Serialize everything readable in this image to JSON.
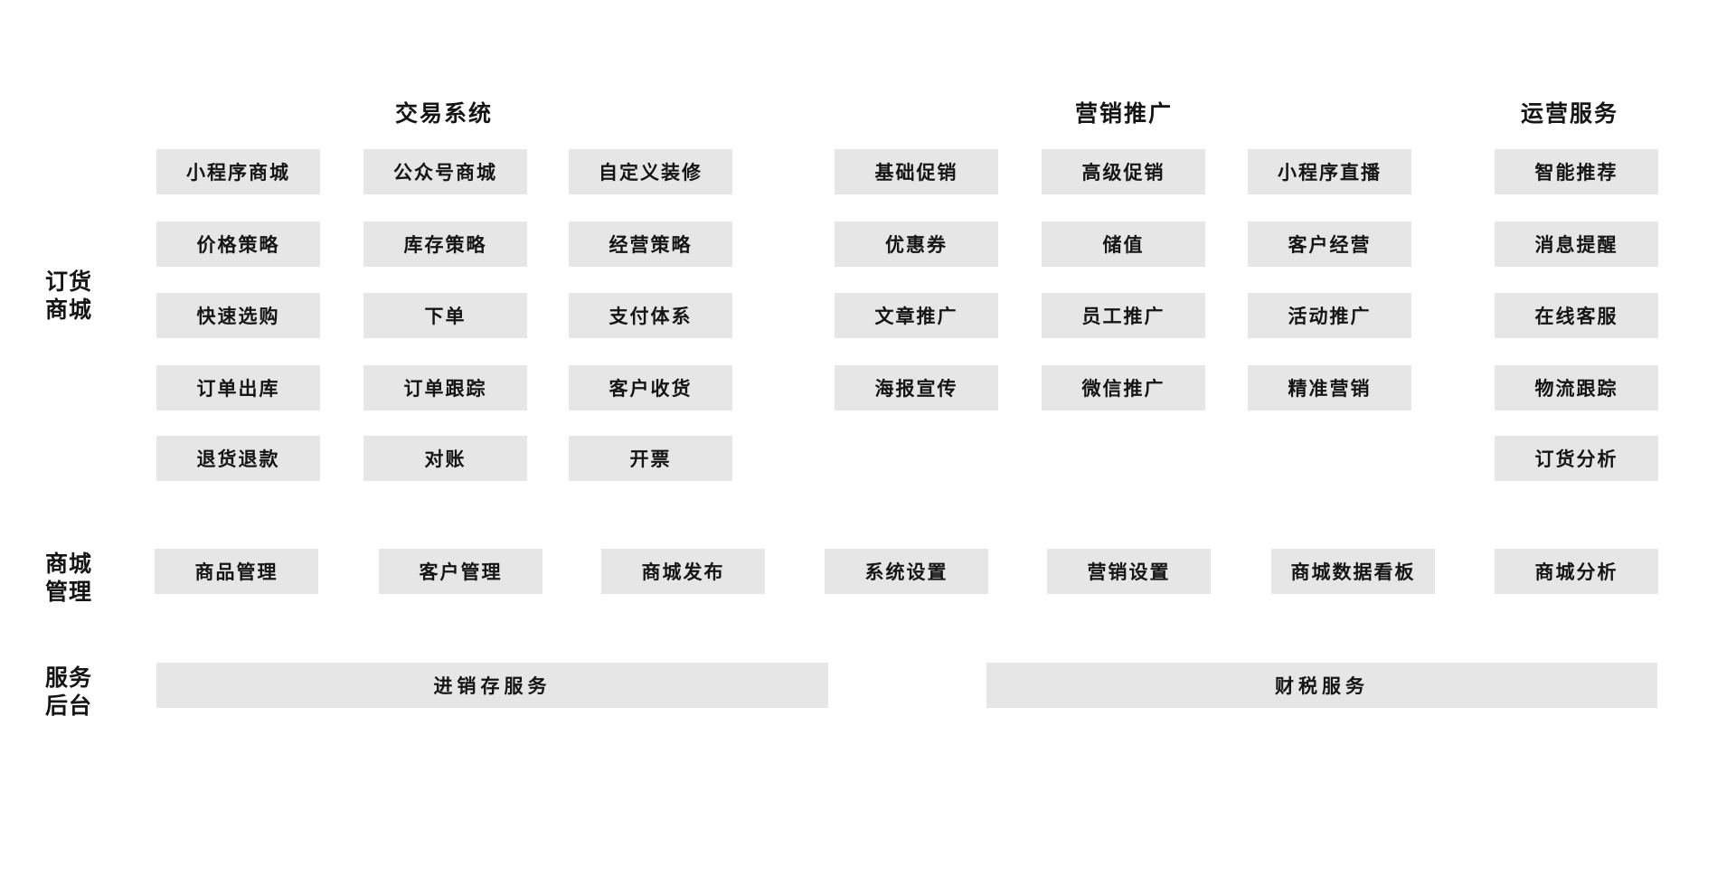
{
  "headers": [
    "交易系统",
    "营销推广",
    "运营服务"
  ],
  "side_labels": [
    {
      "line1": "订货",
      "line2": "商城"
    },
    {
      "line1": "商城",
      "line2": "管理"
    },
    {
      "line1": "服务",
      "line2": "后台"
    }
  ],
  "mall_columns": [
    [
      "小程序商城",
      "价格策略",
      "快速选购",
      "订单出库",
      "退货退款"
    ],
    [
      "公众号商城",
      "库存策略",
      "下单",
      "订单跟踪",
      "对账"
    ],
    [
      "自定义装修",
      "经营策略",
      "支付体系",
      "客户收货",
      "开票"
    ],
    [
      "基础促销",
      "优惠券",
      "文章推广",
      "海报宣传"
    ],
    [
      "高级促销",
      "储值",
      "员工推广",
      "微信推广"
    ],
    [
      "小程序直播",
      "客户经营",
      "活动推广",
      "精准营销"
    ],
    [
      "智能推荐",
      "消息提醒",
      "在线客服",
      "物流跟踪",
      "订货分析"
    ]
  ],
  "management": [
    "商品管理",
    "客户管理",
    "商城发布",
    "系统设置",
    "营销设置",
    "商城数据看板",
    "商城分析"
  ],
  "backend": [
    "进销存服务",
    "财税服务"
  ]
}
